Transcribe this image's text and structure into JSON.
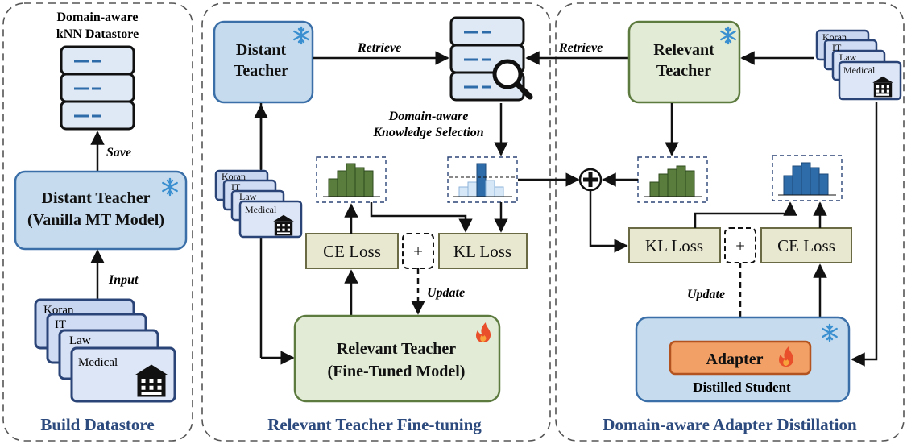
{
  "sections": {
    "build_title": "Build Datastore",
    "finetune_title": "Relevant Teacher Fine-tuning",
    "distill_title": "Domain-aware Adapter Distillation"
  },
  "build": {
    "datastore_title_1": "Domain-aware",
    "datastore_title_2": "kNN Datastore",
    "save_label": "Save",
    "input_label": "Input",
    "distant_teacher_1": "Distant Teacher",
    "distant_teacher_2": "(Vanilla MT Model)",
    "domains": [
      "Koran",
      "IT",
      "Law",
      "Medical"
    ]
  },
  "finetune": {
    "distant_teacher_1": "Distant",
    "distant_teacher_2": "Teacher",
    "retrieve_label": "Retrieve",
    "selection_1": "Domain-aware",
    "selection_2": "Knowledge Selection",
    "ce_loss": "CE Loss",
    "plus": "+",
    "kl_loss": "KL Loss",
    "update_label": "Update",
    "relevant_teacher_1": "Relevant Teacher",
    "relevant_teacher_2": "(Fine-Tuned Model)",
    "domains": [
      "Koran",
      "IT",
      "Law",
      "Medical"
    ]
  },
  "distill": {
    "retrieve_label": "Retrieve",
    "relevant_teacher_1": "Relevant",
    "relevant_teacher_2": "Teacher",
    "kl_loss": "KL Loss",
    "plus": "+",
    "ce_loss": "CE Loss",
    "update_label": "Update",
    "adapter": "Adapter",
    "student": "Distilled Student",
    "domains": [
      "Koran",
      "IT",
      "Law",
      "Medical"
    ]
  },
  "colors": {
    "teacher_blue": "#c6dcee",
    "teacher_green": "#e1ebd5",
    "loss_fill": "#e8e7d0",
    "adapter_orange": "#f2a066",
    "bar_green": "#5a7d3e",
    "bar_blue": "#2e6ca9",
    "section_title": "#2c4a7d"
  },
  "icons": [
    "database-icon",
    "snowflake-icon",
    "fire-icon",
    "magnifier-icon",
    "hospital-icon",
    "plus-circle-icon"
  ]
}
